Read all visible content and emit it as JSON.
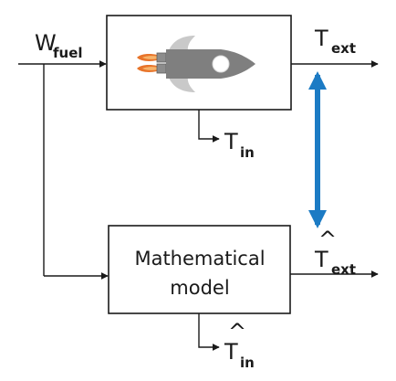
{
  "inputs": {
    "fuel": {
      "symbol": "W",
      "subscript": "fuel"
    }
  },
  "plant": {
    "icon": "rocket-icon",
    "output": {
      "symbol": "T",
      "subscript": "ext"
    },
    "internal": {
      "symbol": "T",
      "subscript": "in"
    }
  },
  "model": {
    "label_line1": "Mathematical",
    "label_line2": "model",
    "output": {
      "symbol": "T",
      "subscript": "ext",
      "hat": "^"
    },
    "internal": {
      "symbol": "T",
      "subscript": "in",
      "hat": "^"
    }
  },
  "colors": {
    "line": "#1a1a1a",
    "comparison_arrow": "#1c7bc4",
    "rocket_body": "#7f7f7f",
    "rocket_fin": "#c9c9c9",
    "flame_outer": "#e8742a",
    "flame_inner": "#f6b36a"
  }
}
